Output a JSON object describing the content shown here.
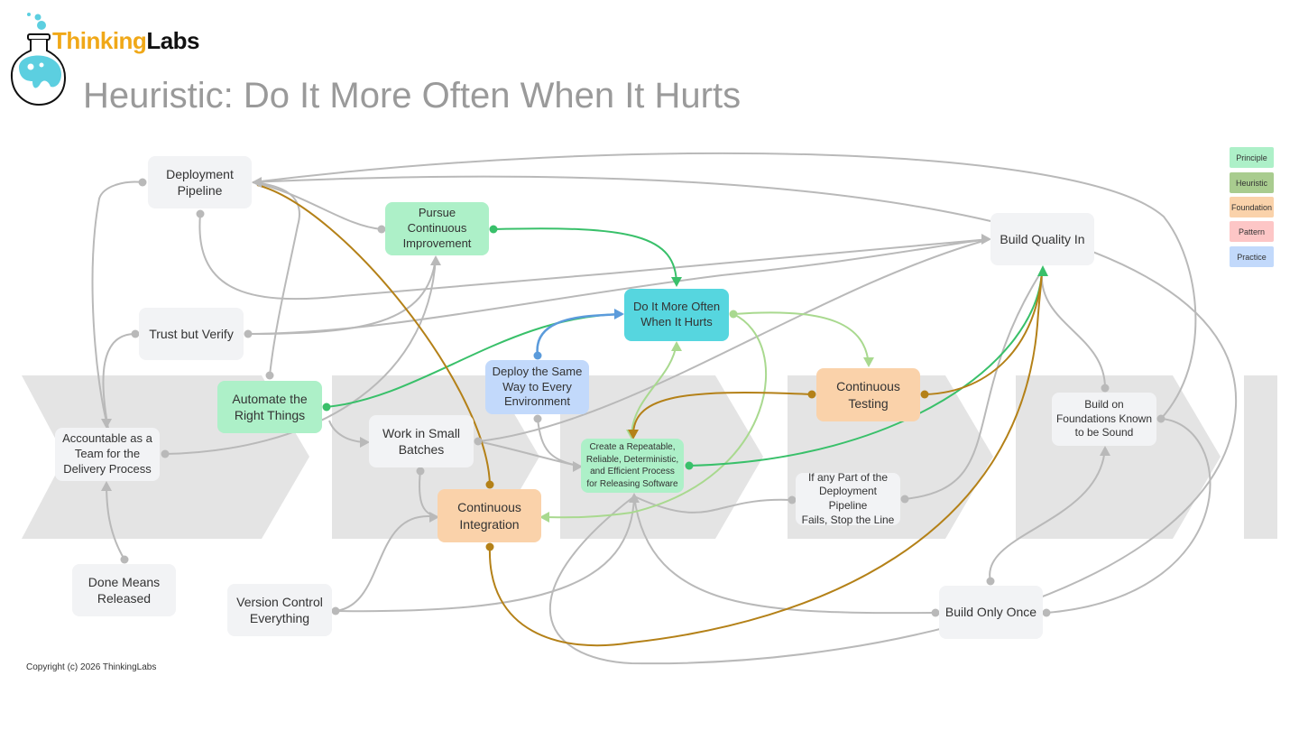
{
  "logo": {
    "brand_part1": "Thinking",
    "brand_part2": "Labs"
  },
  "title": "Heuristic: Do It More Often When It Hurts",
  "legend": [
    {
      "label": "Principle",
      "color": "#adf0c8"
    },
    {
      "label": "Heuristic",
      "color": "#a9cc8f"
    },
    {
      "label": "Foundation",
      "color": "#fad2aa"
    },
    {
      "label": "Pattern",
      "color": "#fdc6c6"
    },
    {
      "label": "Practice",
      "color": "#c2d9fb"
    }
  ],
  "nodes": {
    "deployment_pipeline": "Deployment\nPipeline",
    "pursue_continuous_improvement": "Pursue\nContinuous\nImprovement",
    "build_quality_in": "Build Quality In",
    "trust_but_verify": "Trust but Verify",
    "do_it_more_often": "Do It More Often\nWhen It Hurts",
    "deploy_same_way": "Deploy the Same\nWay to Every\nEnvironment",
    "automate_right_things": "Automate the\nRight Things",
    "continuous_testing": "Continuous\nTesting",
    "accountable_team": "Accountable as a\nTeam for the\nDelivery Process",
    "work_small_batches": "Work in Small\nBatches",
    "repeatable_process": "Create a Repeatable,\nReliable, Deterministic,\nand Efficient Process\nfor Releasing Software",
    "build_on_foundations": "Build on\nFoundations Known\nto be Sound",
    "continuous_integration": "Continuous\nIntegration",
    "stop_the_line": "If any Part of the\nDeployment Pipeline\nFails, Stop the Line",
    "done_means_released": "Done Means\nReleased",
    "version_control": "Version Control\nEverything",
    "build_only_once": "Build Only Once"
  },
  "copyright": "Copyright (c) 2026 ThinkingLabs"
}
